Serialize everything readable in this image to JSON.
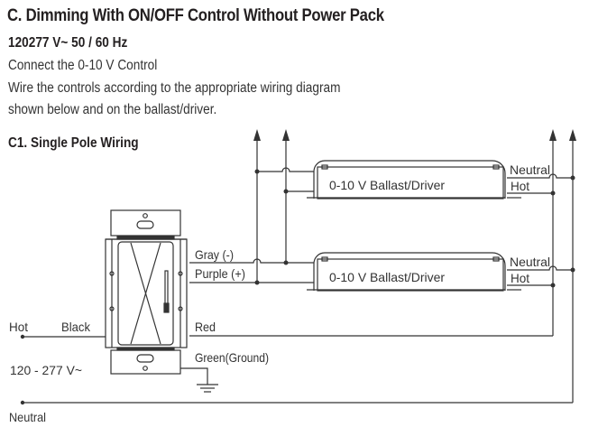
{
  "header": {
    "title": "C. Dimming With ON/OFF Control Without Power Pack",
    "spec": "120277 V~ 50 / 60 Hz",
    "instructions": [
      "Connect the 0-10 V Control",
      "Wire the controls according to the appropriate wiring diagram",
      "shown below and on the ballast/driver."
    ]
  },
  "diagram": {
    "title": "C1. Single Pole Wiring",
    "supply": {
      "hot_label": "Hot",
      "voltage_label": "120 - 277 V~",
      "neutral_label": "Neutral"
    },
    "switch_wires": {
      "black": "Black",
      "gray": "Gray (-)",
      "purple": "Purple (+)",
      "red": "Red",
      "green": "Green(Ground)"
    },
    "ballasts": [
      {
        "label": "0-10 V Ballast/Driver",
        "neutral": "Neutral",
        "hot": "Hot"
      },
      {
        "label": "0-10 V Ballast/Driver",
        "neutral": "Neutral",
        "hot": "Hot"
      }
    ]
  }
}
